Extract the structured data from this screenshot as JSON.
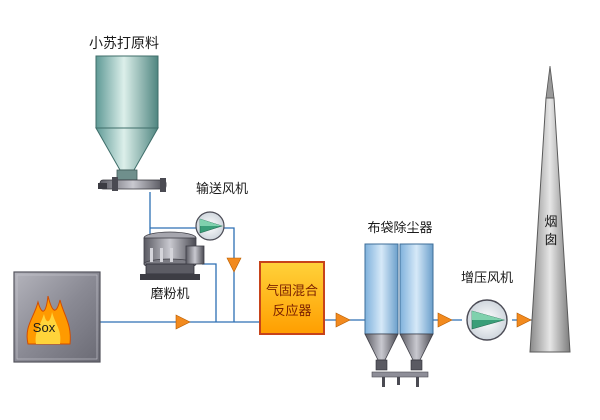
{
  "labels": {
    "raw_material": "小苏打原料",
    "conveying_fan": "输送风机",
    "mill": "磨粉机",
    "reactor_line1": "气固混合",
    "reactor_line2": "反应器",
    "bag_filter": "布袋除尘器",
    "booster_fan": "增压风机",
    "chimney_line1": "烟",
    "chimney_line2": "囱",
    "sox": "Sox"
  },
  "colors": {
    "line": "#2d6fb4",
    "arrow": "#f28a1e",
    "reactor_fill": "#ffb800",
    "reactor_border": "#c7431a",
    "equipment_gray": "#8e8e98",
    "flame": "#ff9a00",
    "blue_vessel": "#9cc5e8"
  }
}
